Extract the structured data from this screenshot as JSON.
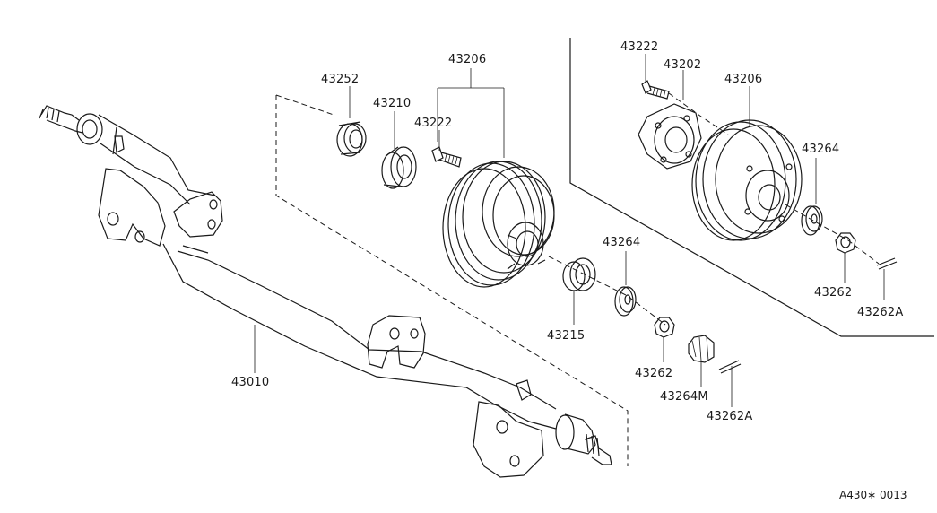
{
  "labels": {
    "p43252": "43252",
    "p43210": "43210",
    "p43206_left": "43206",
    "p43222_left": "43222",
    "p43264_mid": "43264",
    "p43215": "43215",
    "p43262_mid": "43262",
    "p43264m": "43264M",
    "p43262a_mid": "43262A",
    "p43010": "43010",
    "p43222_right": "43222",
    "p43202": "43202",
    "p43206_right": "43206",
    "p43264_right": "43264",
    "p43262_right": "43262",
    "p43262a_right": "43262A"
  },
  "footer": {
    "code": "A430∗ 0013"
  }
}
